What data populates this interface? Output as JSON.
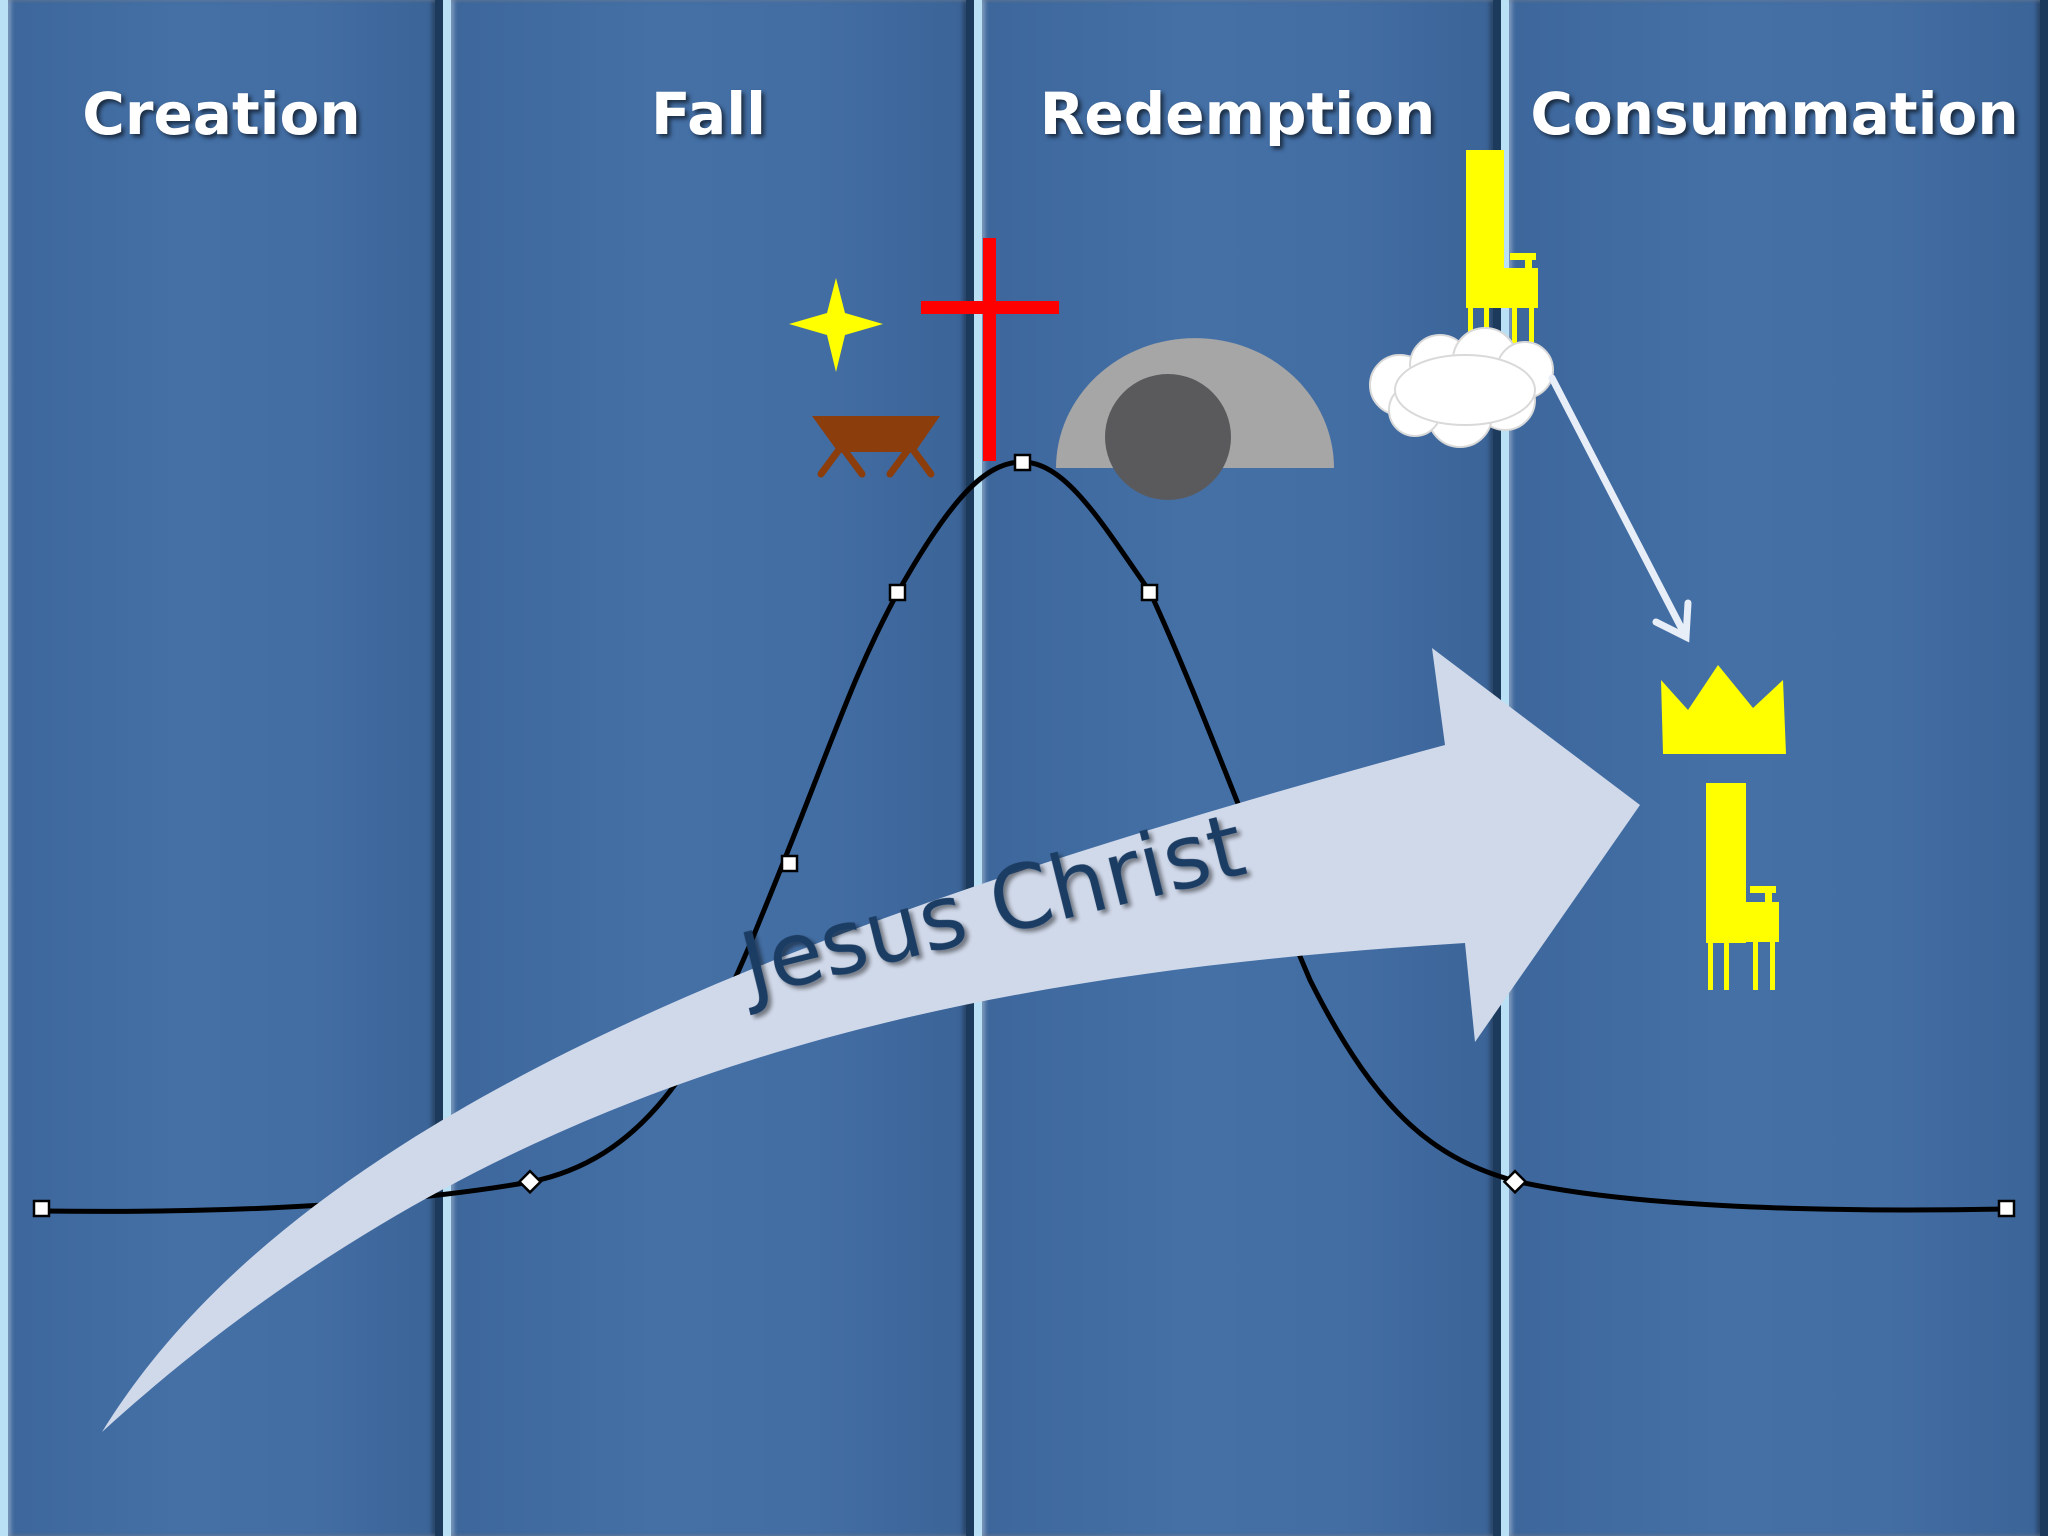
{
  "stages": [
    {
      "label": "Creation"
    },
    {
      "label": "Fall"
    },
    {
      "label": "Redemption"
    },
    {
      "label": "Consummation"
    }
  ],
  "arrow": {
    "label": "Jesus Christ"
  },
  "icons": [
    "star-icon",
    "manger-icon",
    "cross-icon",
    "tomb-icon",
    "throne-on-cloud-icon",
    "crown-icon",
    "throne-icon",
    "descend-arrow-icon"
  ],
  "colors": {
    "background": "#4470a6",
    "arrow_fill": "#d0d9ea",
    "arrow_text": "#1f3d63",
    "curve": "#000000",
    "cross": "#ff0000",
    "gold": "#ffff00",
    "manger": "#8b3d0c",
    "tomb": "#a6a6a6",
    "stone": "#5a5a5d",
    "cloud": "#ffffff"
  }
}
